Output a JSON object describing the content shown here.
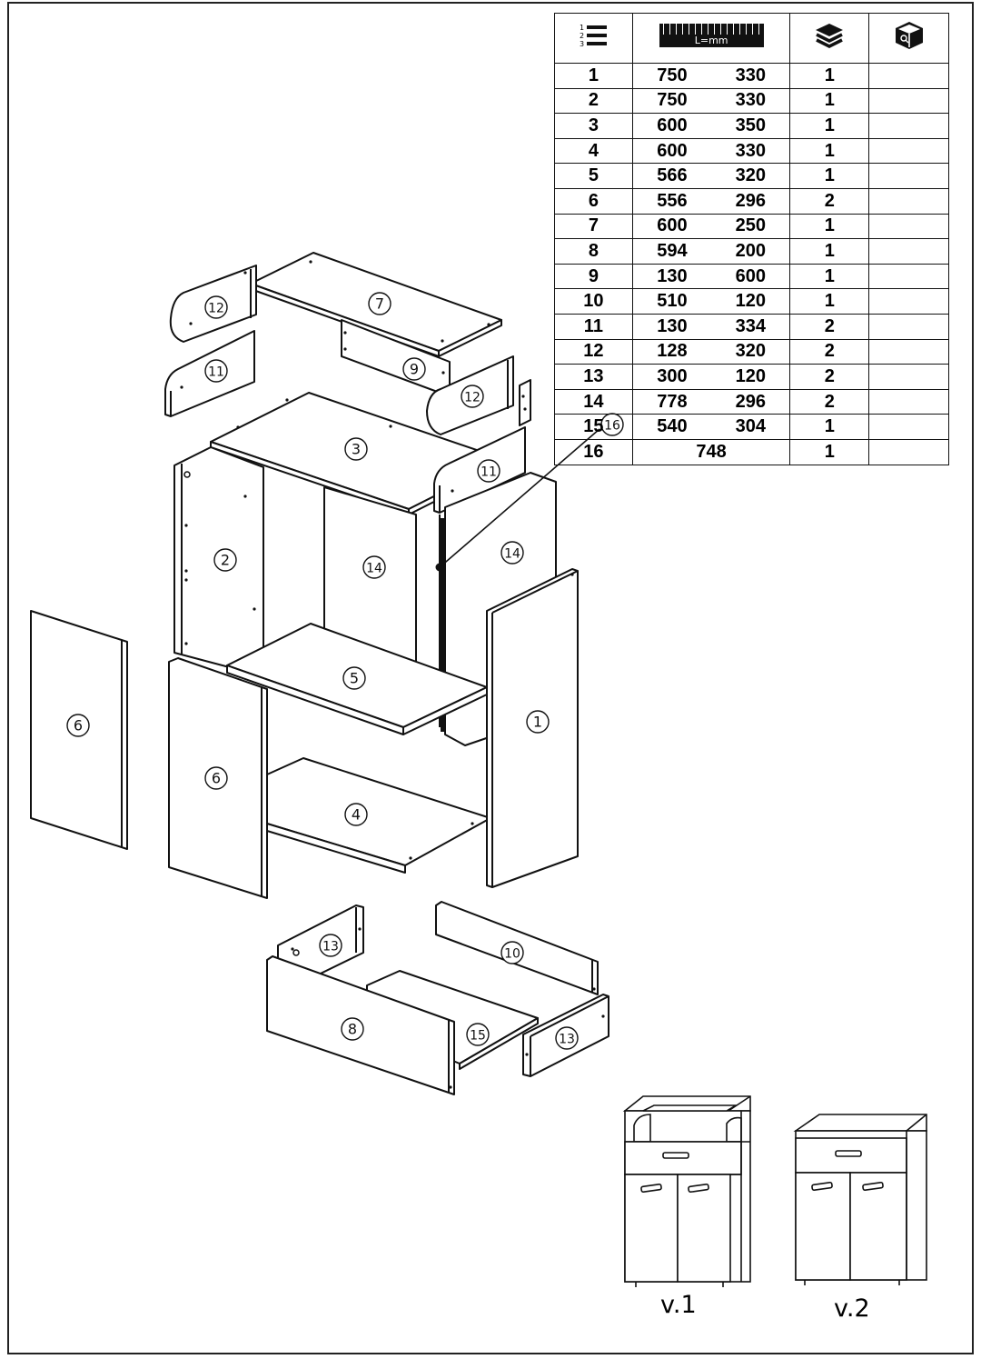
{
  "table": {
    "header_icons": [
      "numbered-list-icon",
      "ruler-icon",
      "layers-icon",
      "package-icon"
    ],
    "ruler_unit": "L=mm",
    "rows": [
      {
        "num": "1",
        "length": "750",
        "width": "330",
        "qty": "1"
      },
      {
        "num": "2",
        "length": "750",
        "width": "330",
        "qty": "1"
      },
      {
        "num": "3",
        "length": "600",
        "width": "350",
        "qty": "1"
      },
      {
        "num": "4",
        "length": "600",
        "width": "330",
        "qty": "1"
      },
      {
        "num": "5",
        "length": "566",
        "width": "320",
        "qty": "1"
      },
      {
        "num": "6",
        "length": "556",
        "width": "296",
        "qty": "2"
      },
      {
        "num": "7",
        "length": "600",
        "width": "250",
        "qty": "1"
      },
      {
        "num": "8",
        "length": "594",
        "width": "200",
        "qty": "1"
      },
      {
        "num": "9",
        "length": "130",
        "width": "600",
        "qty": "1"
      },
      {
        "num": "10",
        "length": "510",
        "width": "120",
        "qty": "1"
      },
      {
        "num": "11",
        "length": "130",
        "width": "334",
        "qty": "2"
      },
      {
        "num": "12",
        "length": "128",
        "width": "320",
        "qty": "2"
      },
      {
        "num": "13",
        "length": "300",
        "width": "120",
        "qty": "2"
      },
      {
        "num": "14",
        "length": "778",
        "width": "296",
        "qty": "2"
      },
      {
        "num": "15",
        "length": "540",
        "width": "304",
        "qty": "1"
      },
      {
        "num": "16",
        "length": "748",
        "width": "",
        "qty": "1"
      }
    ]
  },
  "parts": [
    {
      "id": "part-7",
      "label": "7"
    },
    {
      "id": "part-12-left",
      "label": "12"
    },
    {
      "id": "part-11-left",
      "label": "11"
    },
    {
      "id": "part-9",
      "label": "9"
    },
    {
      "id": "part-12-right",
      "label": "12"
    },
    {
      "id": "part-3",
      "label": "3"
    },
    {
      "id": "part-11-right",
      "label": "11"
    },
    {
      "id": "part-16",
      "label": "16"
    },
    {
      "id": "part-2",
      "label": "2"
    },
    {
      "id": "part-14-left",
      "label": "14"
    },
    {
      "id": "part-14-right",
      "label": "14"
    },
    {
      "id": "part-6-far",
      "label": "6"
    },
    {
      "id": "part-6-near",
      "label": "6"
    },
    {
      "id": "part-5",
      "label": "5"
    },
    {
      "id": "part-1",
      "label": "1"
    },
    {
      "id": "part-4",
      "label": "4"
    },
    {
      "id": "part-13-left",
      "label": "13"
    },
    {
      "id": "part-10",
      "label": "10"
    },
    {
      "id": "part-8",
      "label": "8"
    },
    {
      "id": "part-15",
      "label": "15"
    },
    {
      "id": "part-13-right",
      "label": "13"
    }
  ],
  "variants": [
    {
      "id": "v1",
      "label": "v.1"
    },
    {
      "id": "v2",
      "label": "v.2"
    }
  ]
}
